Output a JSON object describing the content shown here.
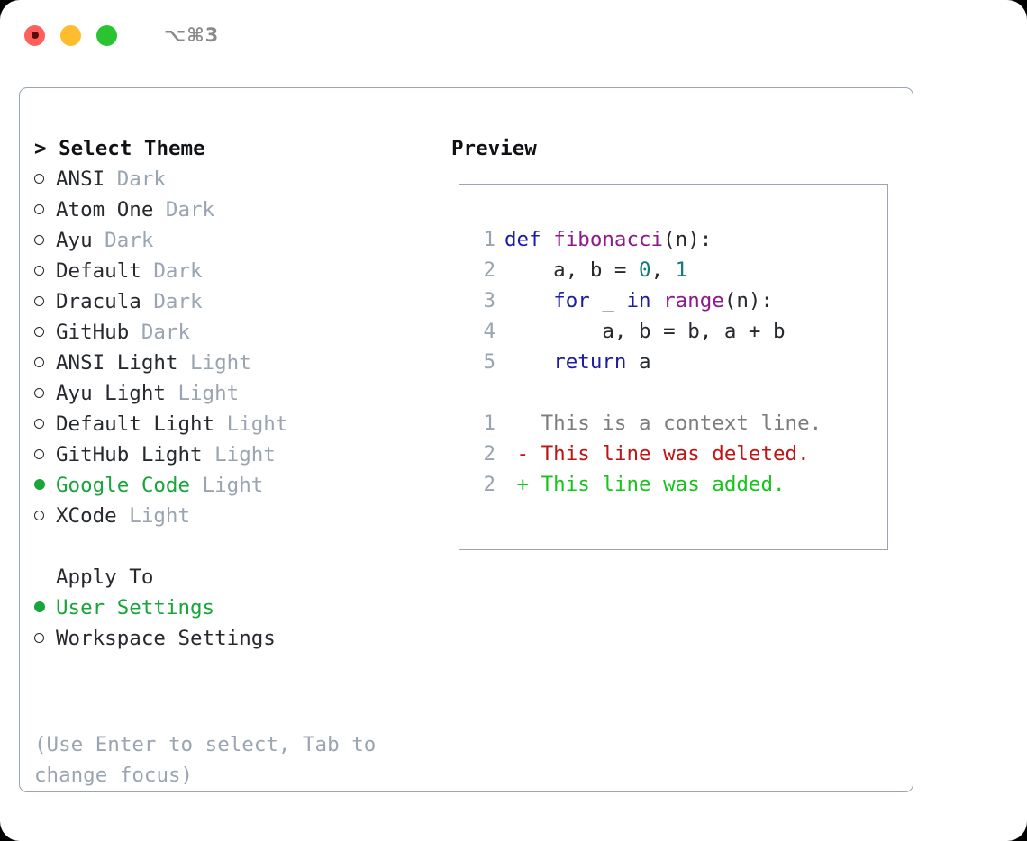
{
  "titlebar": {
    "shortcut": "⌥⌘3",
    "lights": [
      {
        "name": "close",
        "color": "#ff605c"
      },
      {
        "name": "minimize",
        "color": "#ffbd2e"
      },
      {
        "name": "maximize",
        "color": "#2bc431"
      }
    ]
  },
  "theme_list": {
    "header": "> Select Theme",
    "items": [
      {
        "label": "ANSI",
        "variant": "Dark",
        "selected": false
      },
      {
        "label": "Atom One",
        "variant": "Dark",
        "selected": false
      },
      {
        "label": "Ayu",
        "variant": "Dark",
        "selected": false
      },
      {
        "label": "Default",
        "variant": "Dark",
        "selected": false
      },
      {
        "label": "Dracula",
        "variant": "Dark",
        "selected": false
      },
      {
        "label": "GitHub",
        "variant": "Dark",
        "selected": false
      },
      {
        "label": "ANSI Light",
        "variant": "Light",
        "selected": false
      },
      {
        "label": "Ayu Light",
        "variant": "Light",
        "selected": false
      },
      {
        "label": "Default Light",
        "variant": "Light",
        "selected": false
      },
      {
        "label": "GitHub Light",
        "variant": "Light",
        "selected": false
      },
      {
        "label": "Google Code",
        "variant": "Light",
        "selected": true
      },
      {
        "label": "XCode",
        "variant": "Light",
        "selected": false
      }
    ]
  },
  "apply_to": {
    "header": "Apply To",
    "items": [
      {
        "label": "User Settings",
        "selected": true
      },
      {
        "label": "Workspace Settings",
        "selected": false
      }
    ]
  },
  "hint": "(Use Enter to select, Tab to change focus)",
  "preview": {
    "title": "Preview",
    "code_lines": [
      {
        "num": "1",
        "tokens": [
          {
            "t": "def ",
            "c": "kw"
          },
          {
            "t": "fibonacci",
            "c": "fn"
          },
          {
            "t": "(n):",
            "c": "pl"
          }
        ]
      },
      {
        "num": "2",
        "tokens": [
          {
            "t": "    a, b = ",
            "c": "pl"
          },
          {
            "t": "0",
            "c": "num"
          },
          {
            "t": ", ",
            "c": "pl"
          },
          {
            "t": "1",
            "c": "num"
          }
        ]
      },
      {
        "num": "3",
        "tokens": [
          {
            "t": "    ",
            "c": "pl"
          },
          {
            "t": "for",
            "c": "kw"
          },
          {
            "t": " _ ",
            "c": "pl"
          },
          {
            "t": "in",
            "c": "kw"
          },
          {
            "t": " ",
            "c": "pl"
          },
          {
            "t": "range",
            "c": "fn"
          },
          {
            "t": "(n):",
            "c": "pl"
          }
        ]
      },
      {
        "num": "4",
        "tokens": [
          {
            "t": "        a, b = b, a + b",
            "c": "pl"
          }
        ]
      },
      {
        "num": "5",
        "tokens": [
          {
            "t": "    ",
            "c": "pl"
          },
          {
            "t": "return",
            "c": "kw"
          },
          {
            "t": " a",
            "c": "pl"
          }
        ]
      }
    ],
    "diff_lines": [
      {
        "num": "1",
        "sign": "  ",
        "text": "This is a context line.",
        "kind": "ctx"
      },
      {
        "num": "2",
        "sign": "- ",
        "text": "This line was deleted.",
        "kind": "del"
      },
      {
        "num": "2",
        "sign": "+ ",
        "text": "This line was added.",
        "kind": "add"
      }
    ]
  },
  "colors": {
    "accent_green": "#18a53a",
    "muted_gray": "#9aa5b1",
    "border": "#9aa5b1",
    "keyword_blue": "#1d1ca8",
    "function_purple": "#8d1a8d",
    "number_teal": "#0f7a77",
    "diff_deleted": "#c01414",
    "diff_added": "#16c41c",
    "diff_context": "#7c7c7c"
  }
}
